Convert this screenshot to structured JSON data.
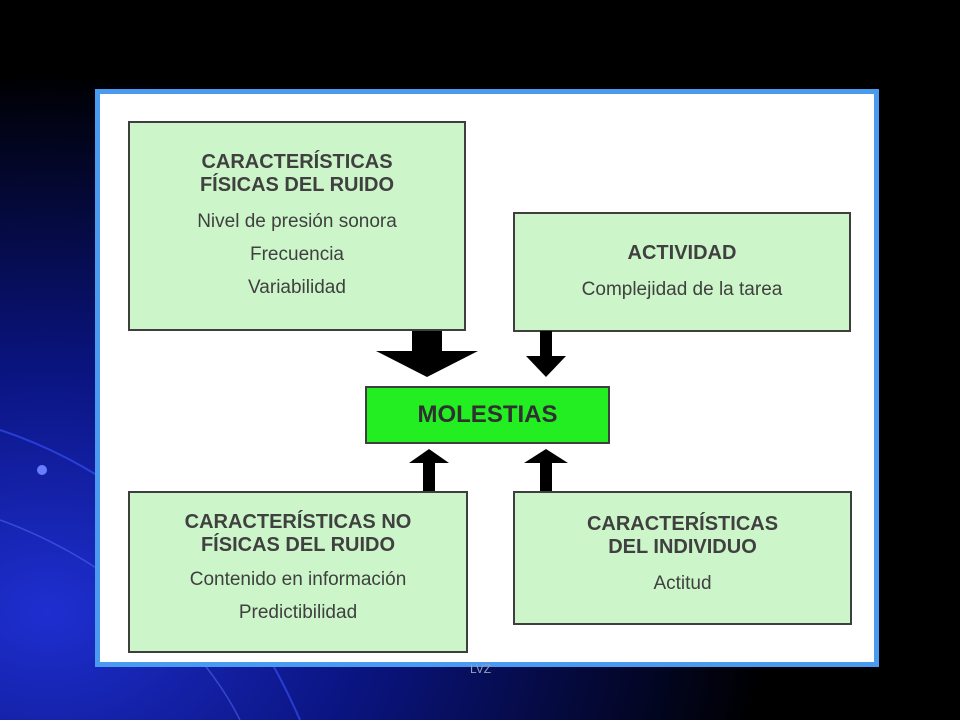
{
  "diagram": {
    "boxes": [
      {
        "id": "fisicas",
        "title": "CARACTERÍSTICAS\nFÍSICAS DEL RUIDO",
        "items": [
          "Nivel de presión sonora",
          "Frecuencia",
          "Variabilidad"
        ]
      },
      {
        "id": "actividad",
        "title": "ACTIVIDAD",
        "items": [
          "Complejidad de la tarea"
        ]
      },
      {
        "id": "no-fisicas",
        "title": "CARACTERÍSTICAS NO\nFÍSICAS DEL RUIDO",
        "items": [
          "Contenido en información",
          "Predictibilidad"
        ]
      },
      {
        "id": "individuo",
        "title": "CARACTERÍSTICAS\nDEL INDIVIDUO",
        "items": [
          "Actitud"
        ]
      }
    ],
    "center": "MOLESTIAS",
    "colors": {
      "box_fill": "#ccf6c9",
      "center_fill": "#22ee22",
      "frame": "#4a9aef",
      "background": "#000000"
    }
  },
  "footer": "LVZ"
}
